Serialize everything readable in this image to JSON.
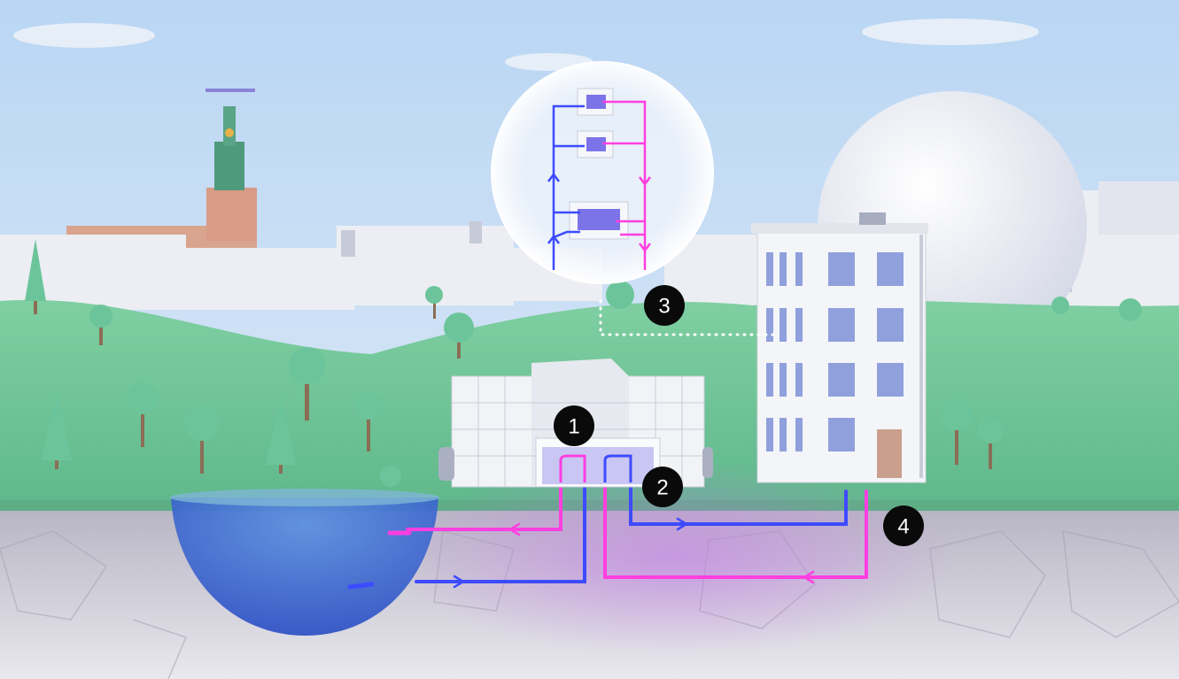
{
  "markers": [
    {
      "label": "1"
    },
    {
      "label": "2"
    },
    {
      "label": "3"
    },
    {
      "label": "4"
    }
  ],
  "colors": {
    "warm_pipe": "#ff3fe0",
    "cold_pipe": "#3d4bff",
    "marker": "#0a0a0a",
    "grass": "#72c79b",
    "sky": "#bcd8f4"
  }
}
